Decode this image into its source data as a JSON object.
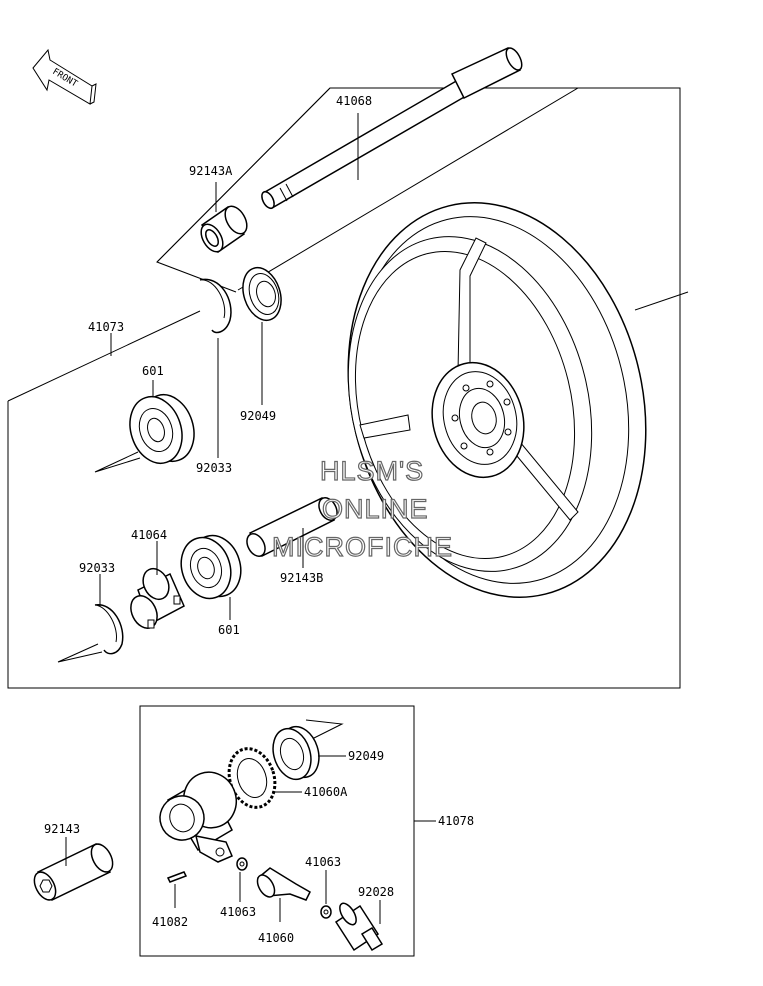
{
  "front_arrow": {
    "label": "FRONT",
    "icon": "front-direction-arrow-icon"
  },
  "parts": {
    "axle": "41068",
    "collar_a": "92143A",
    "hub_assembly": "41073",
    "bearing_upper": "601",
    "circlip_upper": "92033",
    "oil_seal_upper": "92049",
    "spacer_41064": "41064",
    "circlip_lower": "92033",
    "bearing_lower": "601",
    "collar_b": "92143B",
    "oil_seal_gear": "92049",
    "gear_41060a": "41060A",
    "speedometer_assembly": "41078",
    "washer_upper": "41063",
    "bushing_92028": "92028",
    "pin_41082": "41082",
    "washer_lower": "41063",
    "pinion_41060": "41060",
    "collar_92143": "92143"
  },
  "watermark": [
    "HLSM'S",
    "ONLINE",
    "MICROFICHE"
  ],
  "colors": {
    "line": "#000000",
    "background": "#ffffff",
    "watermark_outline": "#666666"
  }
}
